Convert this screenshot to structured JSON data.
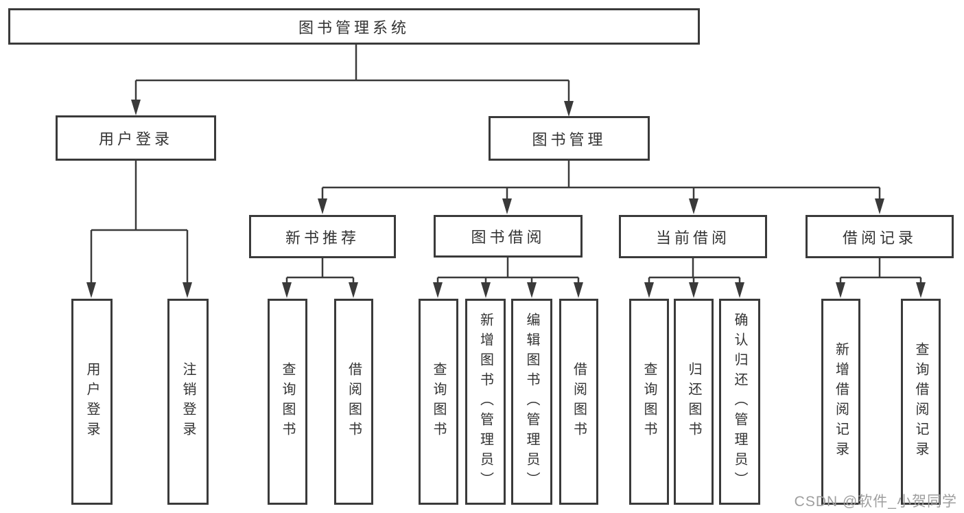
{
  "tree": {
    "root": {
      "label": "图书管理系统"
    },
    "branches": [
      {
        "label": "用户登录",
        "children": [
          {
            "label": "用户登录"
          },
          {
            "label": "注销登录"
          }
        ]
      },
      {
        "label": "图书管理",
        "children": [
          {
            "label": "新书推荐",
            "children": [
              {
                "label": "查询图书"
              },
              {
                "label": "借阅图书"
              }
            ]
          },
          {
            "label": "图书借阅",
            "children": [
              {
                "label": "查询图书"
              },
              {
                "label": "新增图书（管理员）"
              },
              {
                "label": "编辑图书（管理员）"
              },
              {
                "label": "借阅图书"
              }
            ]
          },
          {
            "label": "当前借阅",
            "children": [
              {
                "label": "查询图书"
              },
              {
                "label": "归还图书"
              },
              {
                "label": "确认归还（管理员）"
              }
            ]
          },
          {
            "label": "借阅记录",
            "children": [
              {
                "label": "新增借阅记录"
              },
              {
                "label": "查询借阅记录"
              }
            ]
          }
        ]
      }
    ]
  },
  "watermark": {
    "text": "CSDN @软件_小贺同学"
  },
  "colors": {
    "line": "#3a3a3a",
    "box_border": "#3a3a3a",
    "box_bg": "#ffffff",
    "text": "#333333",
    "page_bg": "#ffffff",
    "watermark": "#9e9e9e"
  }
}
